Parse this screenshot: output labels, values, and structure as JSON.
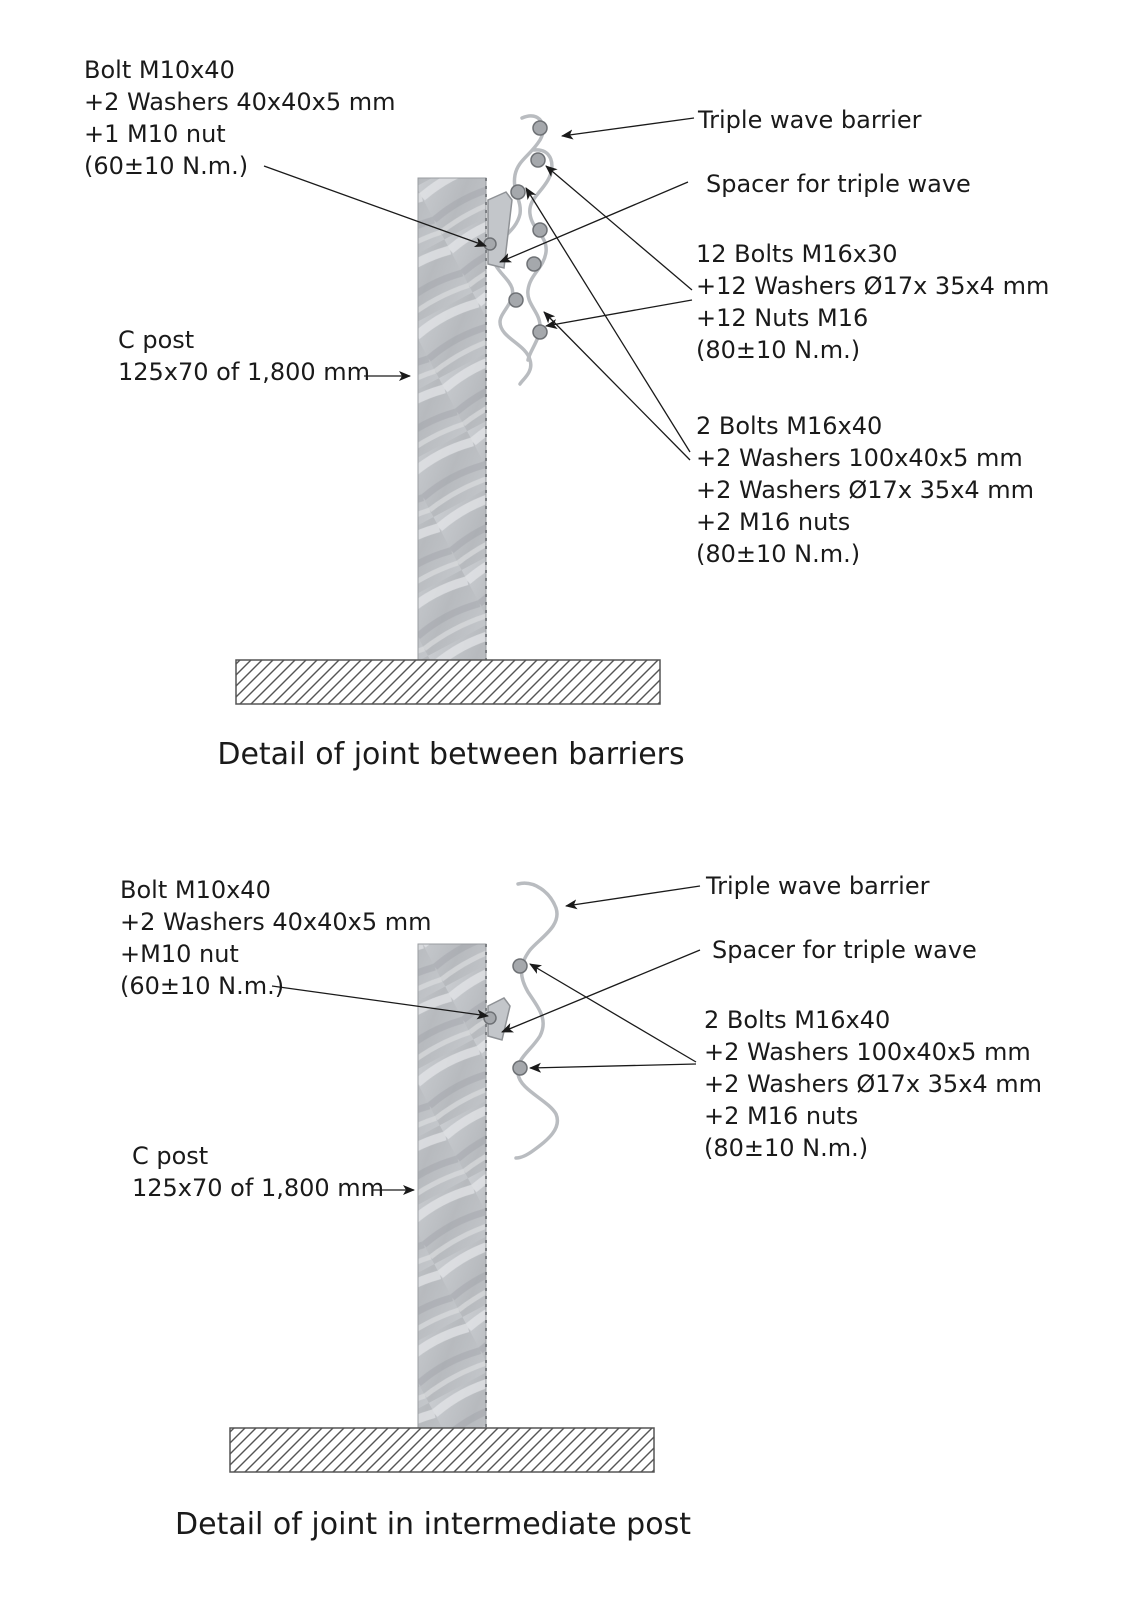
{
  "diagrams": [
    {
      "caption": "Detail of joint between barriers",
      "labels": {
        "bolt_m10": [
          "Bolt M10x40",
          "+2 Washers 40x40x5 mm",
          "+1 M10 nut",
          "(60±10 N.m.)"
        ],
        "c_post": [
          "C post",
          "125x70 of 1,800 mm"
        ],
        "triple_wave": [
          "Triple wave barrier"
        ],
        "spacer": [
          "Spacer for triple wave"
        ],
        "bolts_m16x30": [
          "12 Bolts M16x30",
          "+12  Washers Ø17x 35x4 mm",
          "+12 Nuts M16",
          "(80±10 N.m.)"
        ],
        "bolts_m16x40": [
          "2 Bolts M16x40",
          "+2 Washers 100x40x5 mm",
          "+2 Washers Ø17x 35x4 mm",
          "+2 M16 nuts",
          "(80±10 N.m.)"
        ]
      }
    },
    {
      "caption": "Detail of joint in intermediate post",
      "labels": {
        "bolt_m10": [
          "Bolt M10x40",
          "+2 Washers 40x40x5 mm",
          "+M10 nut",
          "(60±10 N.m.)"
        ],
        "c_post": [
          "C post",
          "125x70 of 1,800 mm"
        ],
        "triple_wave": [
          "Triple wave barrier"
        ],
        "spacer": [
          "Spacer for triple wave"
        ],
        "bolts_m16x40": [
          "2 Bolts M16x40",
          "+2 Washers 100x40x5 mm",
          "+2 Washers Ø17x 35x4 mm",
          "+2 M16 nuts",
          "(80±10 N.m.)"
        ]
      }
    }
  ],
  "colors": {
    "post_light": "#d9dbdd",
    "post_dark": "#a6a9ad",
    "barrier": "#b9bcc0",
    "ink": "#1a1a1a"
  }
}
